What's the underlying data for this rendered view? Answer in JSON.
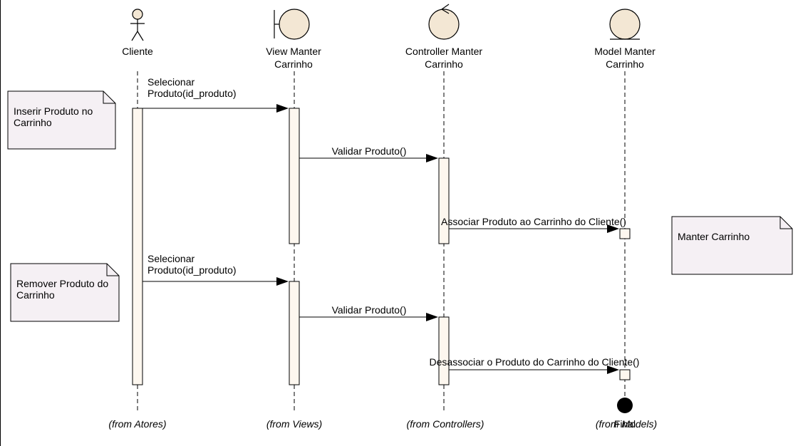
{
  "participants": [
    {
      "id": "actor",
      "kind": "actor",
      "name_lines": [
        "Cliente"
      ],
      "package": "(from Atores)"
    },
    {
      "id": "view",
      "kind": "boundary",
      "name_lines": [
        "View Manter",
        "Carrinho"
      ],
      "package": "(from Views)"
    },
    {
      "id": "controller",
      "kind": "control",
      "name_lines": [
        "Controller Manter",
        "Carrinho"
      ],
      "package": "(from Controllers)"
    },
    {
      "id": "model",
      "kind": "entity",
      "name_lines": [
        "Model Manter",
        "Carrinho"
      ],
      "package": "(from Models)"
    }
  ],
  "messages": [
    {
      "from": "actor",
      "to": "view",
      "label_lines": [
        "Selecionar",
        "Produto(id_produto)"
      ]
    },
    {
      "from": "view",
      "to": "controller",
      "label_lines": [
        "Validar Produto()"
      ]
    },
    {
      "from": "controller",
      "to": "model",
      "label_lines": [
        "Associar Produto ao Carrinho do Cliente()"
      ]
    },
    {
      "from": "actor",
      "to": "view",
      "label_lines": [
        "Selecionar",
        "Produto(id_produto)"
      ]
    },
    {
      "from": "view",
      "to": "controller",
      "label_lines": [
        "Validar Produto()"
      ]
    },
    {
      "from": "controller",
      "to": "model",
      "label_lines": [
        "Desassociar o Produto do Carrinho do Cliente()"
      ]
    }
  ],
  "notes": [
    {
      "lines": [
        "Inserir Produto no",
        "Carrinho"
      ]
    },
    {
      "lines": [
        "Remover  Produto do",
        "Carrinho"
      ]
    },
    {
      "lines": [
        "Manter Carrinho"
      ]
    }
  ],
  "final_node": {
    "label": "Final"
  },
  "colors": {
    "activation_fill": "#fdf7ef",
    "note_fill": "#f5f0f4",
    "head_fill": "#f3e7d4",
    "final_fill": "#000000"
  }
}
